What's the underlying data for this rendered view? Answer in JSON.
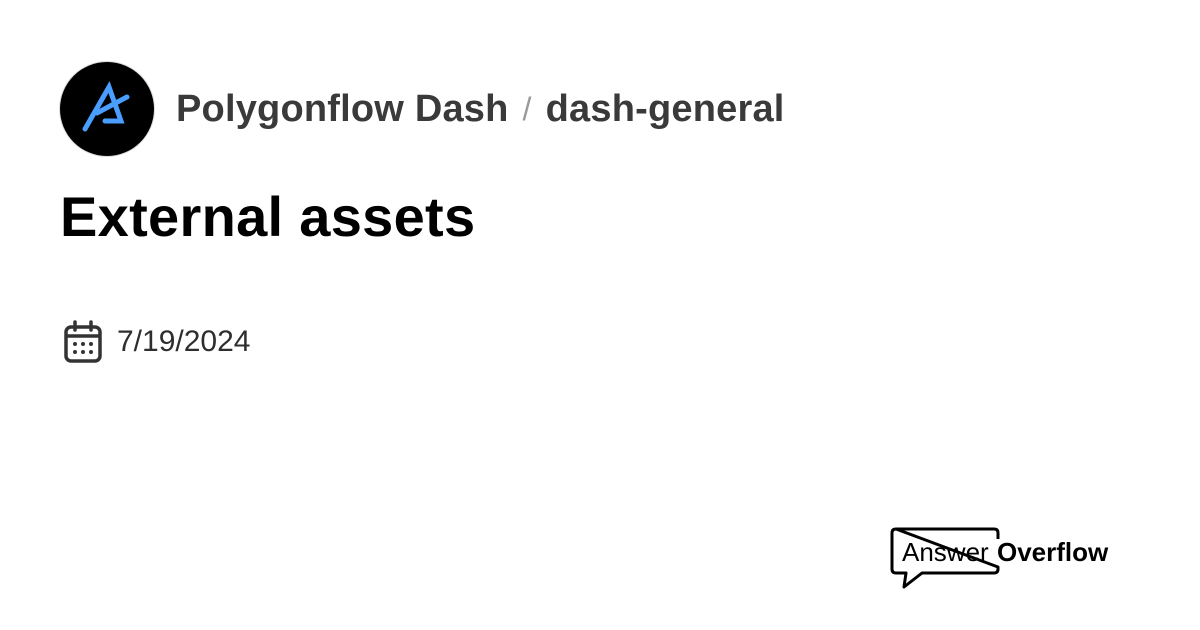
{
  "header": {
    "server_name": "Polygonflow Dash",
    "separator": "/",
    "channel_name": "dash-general",
    "avatar_icon": "polygonflow-logo-icon",
    "avatar_colors": {
      "background": "#000000",
      "glyph": "#4a9eff"
    }
  },
  "post": {
    "title": "External assets",
    "date": "7/19/2024",
    "date_icon": "calendar-icon"
  },
  "branding": {
    "part1": "Answer",
    "part2": "Overflow",
    "icon": "speech-bubble-icon"
  }
}
